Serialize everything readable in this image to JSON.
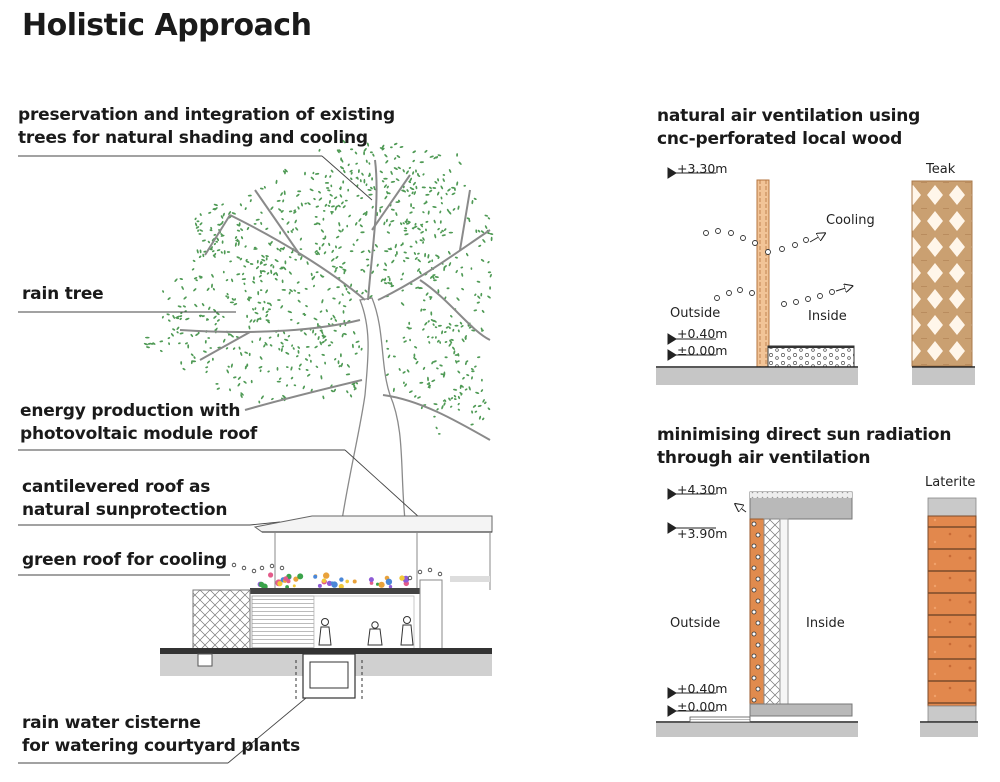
{
  "title": "Holistic Approach",
  "labels": {
    "trees": [
      "preservation and integration of existing",
      "trees for  natural shading and cooling"
    ],
    "rain_tree": "rain tree",
    "energy": [
      "energy production with",
      "photovoltaic module roof"
    ],
    "cantilever": [
      "cantilevered roof as",
      "natural sunprotection"
    ],
    "green_roof": "green roof for cooling",
    "cistern": [
      "rain water cisterne",
      "for watering courtyard plants"
    ]
  },
  "ventilation": {
    "heading": [
      "natural air ventilation using",
      "cnc-perforated local wood"
    ],
    "levels": [
      "+3.30m",
      "+0.40m",
      "±0.00m"
    ],
    "cooling": "Cooling",
    "outside": "Outside",
    "inside": "Inside",
    "material": "Teak"
  },
  "radiation": {
    "heading": [
      "minimising direct sun radiation",
      "through air ventilation"
    ],
    "levels": [
      "+4.30m",
      "+3.90m",
      "+0.40m",
      "±0.00m"
    ],
    "outside": "Outside",
    "inside": "Inside",
    "material": "Laterite"
  },
  "colors": {
    "leaf": "#4f9a55",
    "wood": "#c98a4b",
    "brick": "#e08b4e",
    "ground": "#bdbdbd"
  }
}
